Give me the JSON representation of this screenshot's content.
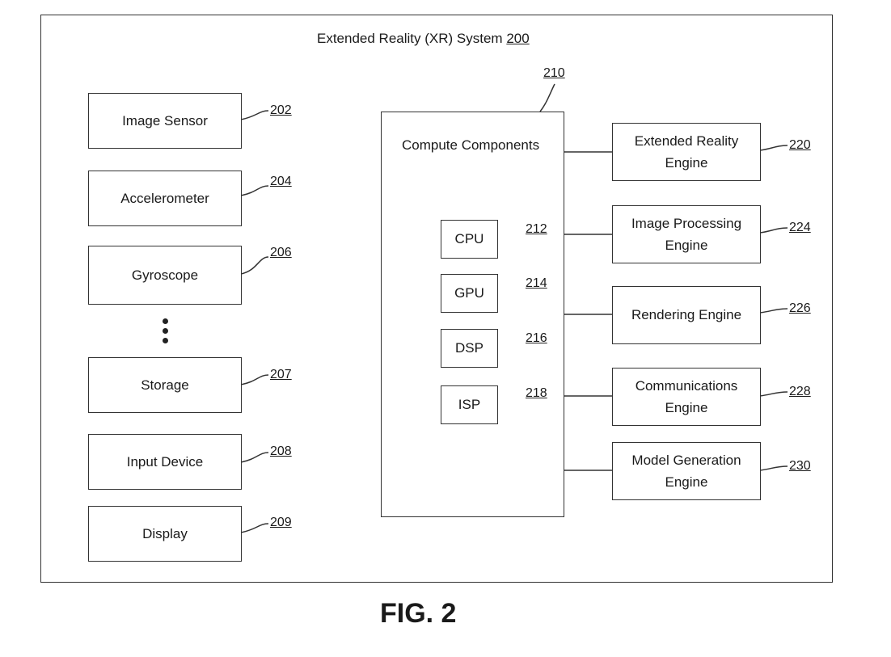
{
  "title": {
    "text": "Extended Reality (XR) System",
    "ref": "200"
  },
  "left_components": [
    {
      "label": "Image Sensor",
      "ref": "202"
    },
    {
      "label": "Accelerometer",
      "ref": "204"
    },
    {
      "label": "Gyroscope",
      "ref": "206"
    },
    {
      "label": "Storage",
      "ref": "207"
    },
    {
      "label": "Input Device",
      "ref": "208"
    },
    {
      "label": "Display",
      "ref": "209"
    }
  ],
  "compute": {
    "label": "Compute Components",
    "ref": "210",
    "units": [
      {
        "label": "CPU",
        "ref": "212"
      },
      {
        "label": "GPU",
        "ref": "214"
      },
      {
        "label": "DSP",
        "ref": "216"
      },
      {
        "label": "ISP",
        "ref": "218"
      }
    ]
  },
  "engines": [
    {
      "line1": "Extended Reality",
      "line2": "Engine",
      "ref": "220"
    },
    {
      "line1": "Image Processing",
      "line2": "Engine",
      "ref": "224"
    },
    {
      "line1": "Rendering Engine",
      "line2": "",
      "ref": "226"
    },
    {
      "line1": "Communications",
      "line2": "Engine",
      "ref": "228"
    },
    {
      "line1": "Model Generation",
      "line2": "Engine",
      "ref": "230"
    }
  ],
  "figure_caption": "FIG. 2"
}
